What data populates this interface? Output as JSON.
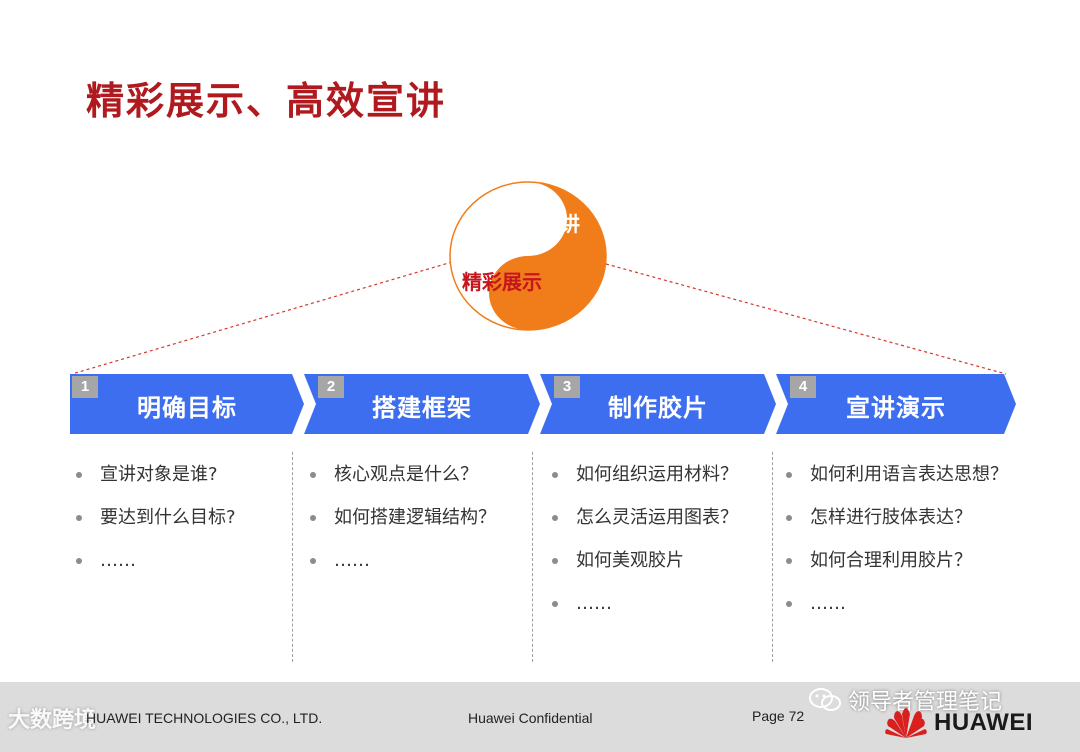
{
  "slide": {
    "title": "精彩展示、高效宣讲"
  },
  "emblem": {
    "top_text": "高效宣讲",
    "bottom_text": "精彩展示",
    "colors": {
      "orange": "#f07d1a",
      "red_text": "#c5161d"
    }
  },
  "steps": [
    {
      "num": "1",
      "label": "明确目标"
    },
    {
      "num": "2",
      "label": "搭建框架"
    },
    {
      "num": "3",
      "label": "制作胶片"
    },
    {
      "num": "4",
      "label": "宣讲演示"
    }
  ],
  "columns": [
    {
      "items": [
        "宣讲对象是谁?",
        "要达到什么目标?",
        "……"
      ]
    },
    {
      "items": [
        "核心观点是什么？",
        "如何搭建逻辑结构？",
        "……"
      ]
    },
    {
      "items": [
        "如何组织运用材料？",
        "怎么灵活运用图表？",
        "如何美观胶片",
        "……"
      ]
    },
    {
      "items": [
        "如何利用语言表达思想？",
        "怎样进行肢体表达？",
        "如何合理利用胶片？",
        "……"
      ]
    }
  ],
  "footer": {
    "company": "HUAWEI TECHNOLOGIES CO., LTD.",
    "confidential": "Huawei Confidential",
    "page": "Page 72",
    "brand": "HUAWEI"
  },
  "watermarks": {
    "left": "大数跨境",
    "right": "领导者管理笔记"
  },
  "colors": {
    "title_red": "#b01a1f",
    "step_blue": "#3d6ef0",
    "step_num_gray": "#a6a6a6",
    "footer_gray": "#dcdcdc"
  }
}
